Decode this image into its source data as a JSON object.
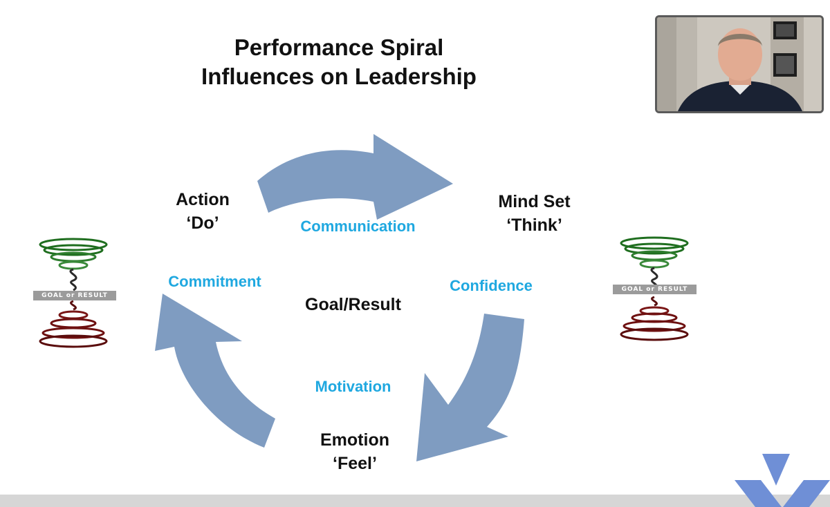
{
  "slide": {
    "title_line1": "Performance Spiral",
    "title_line2": "Influences on Leadership",
    "center": "Goal/Result",
    "action": {
      "line1": "Action",
      "line2": "‘Do’"
    },
    "mindset": {
      "line1": "Mind Set",
      "line2": "‘Think’"
    },
    "emotion": {
      "line1": "Emotion",
      "line2": "‘Feel’"
    },
    "communication": "Communication",
    "confidence": "Confidence",
    "motivation": "Motivation",
    "commitment": "Commitment",
    "goal_bar_label": "GOAL or RESULT"
  },
  "colors": {
    "arrow": "#7f9cc1",
    "accent_text": "#1fa8e0",
    "spiral_top": "#1f6e1f",
    "spiral_bottom": "#6e1010",
    "logo": "#6f8fd6"
  },
  "icons": {
    "logo": "v-chevron-logo",
    "spiral": "spiral-hourglass-icon"
  }
}
